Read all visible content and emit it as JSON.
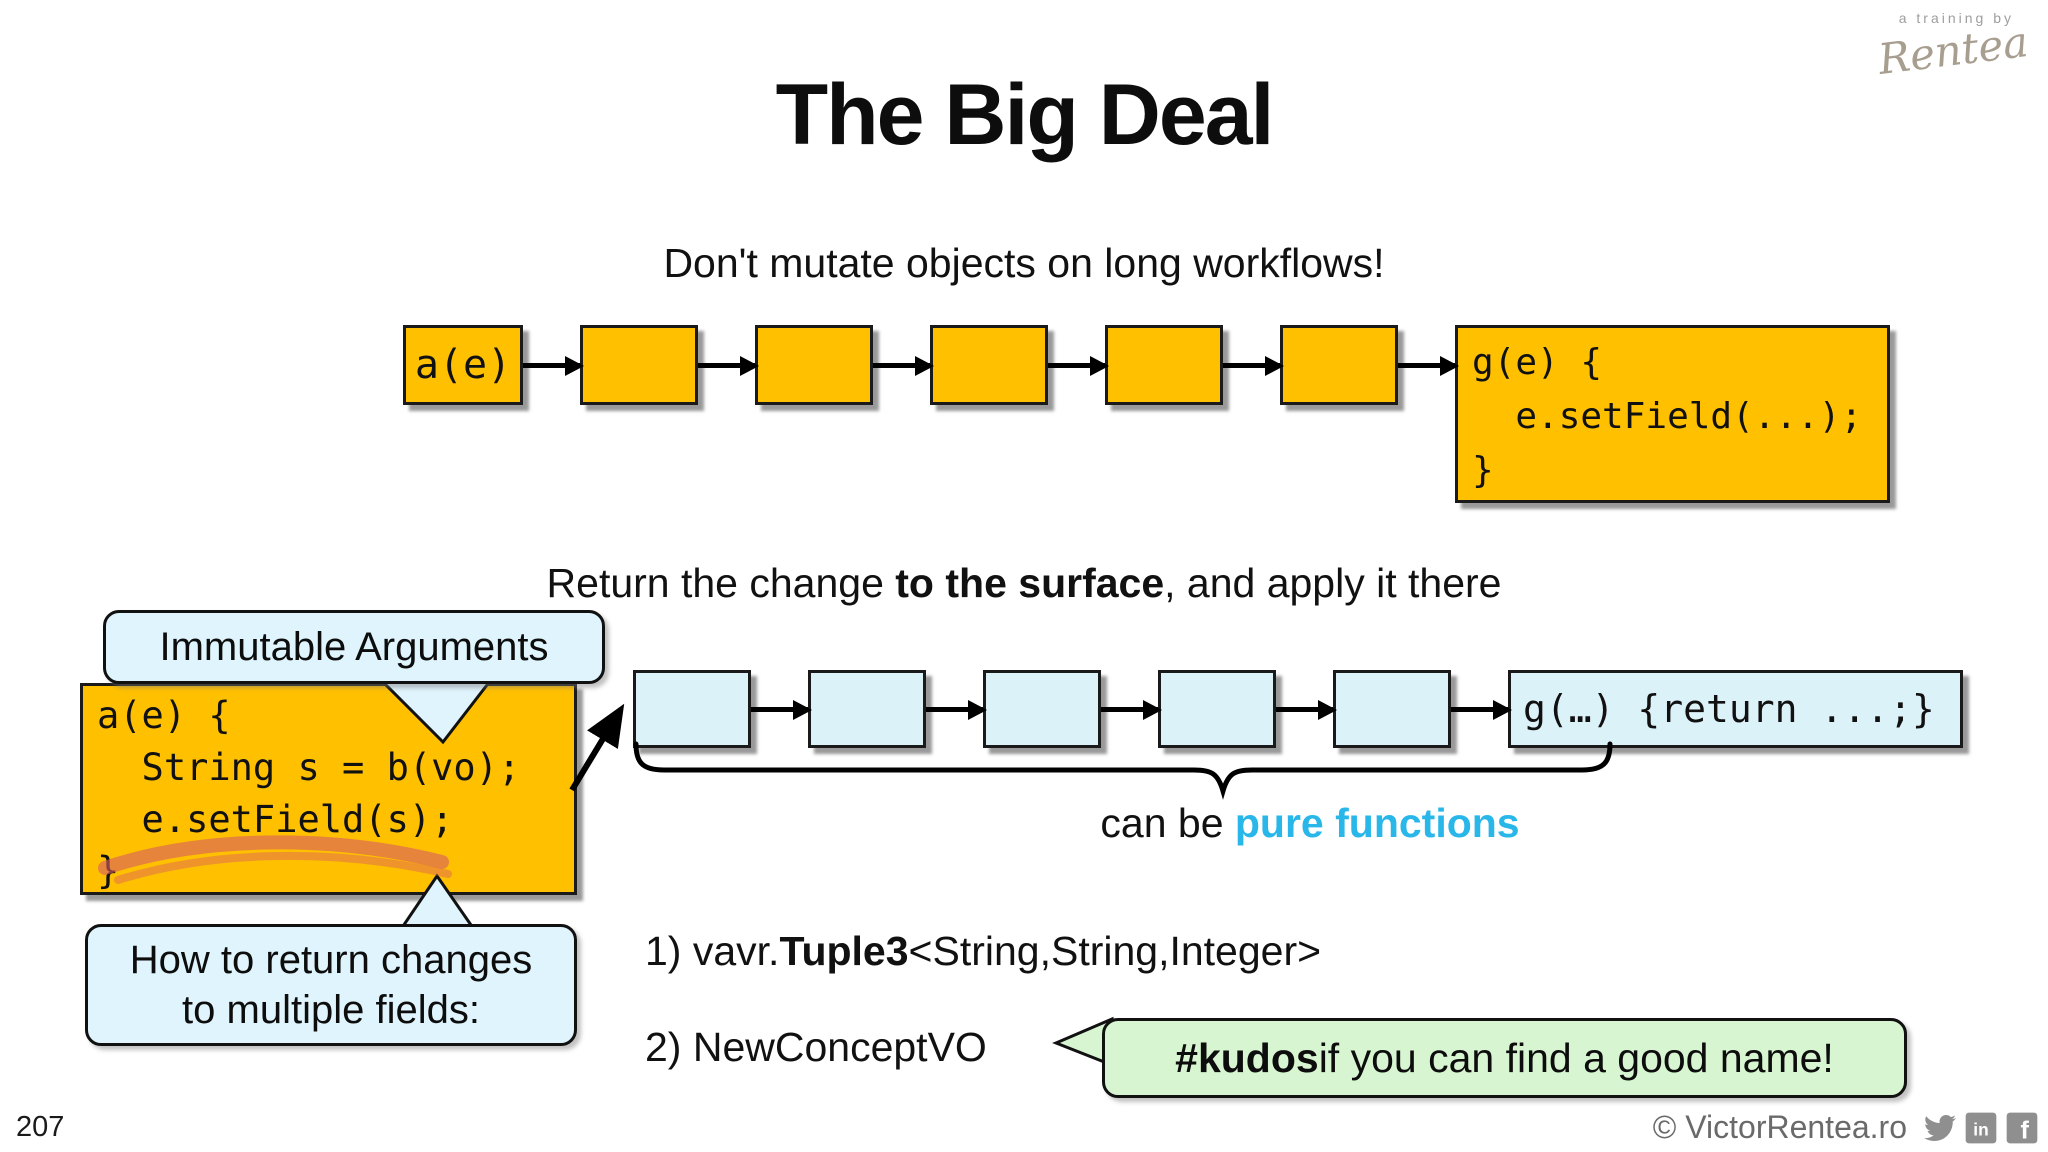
{
  "branding": {
    "tagline": "a training by",
    "signature": "Rentea",
    "copyright": "© VictorRentea.ro"
  },
  "slide": {
    "title": "The Big Deal",
    "subtitle": "Don't mutate objects on long workflows!",
    "page_number": "207"
  },
  "flow_mutable": {
    "start_label": "a(e)",
    "intermediate_box_count": 5,
    "end_code": "g(e) {\n  e.setField(...);\n}"
  },
  "surface_text": {
    "prefix": "Return the change ",
    "bold": "to the surface",
    "suffix": ", and apply it there"
  },
  "immutable_callout": "Immutable Arguments",
  "immutable_code": "a(e) {\n  String s = b(vo);\n  e.setField(s);\n}",
  "flow_pure": {
    "intermediate_box_count": 5,
    "end_label": "g(…) {return ...;}"
  },
  "pure_caption": {
    "prefix": "can be ",
    "highlight": "pure functions"
  },
  "multiple_fields_callout": "How to return changes\nto multiple fields:",
  "options": {
    "option1_prefix": "1) vavr.",
    "option1_bold": "Tuple3",
    "option1_suffix": "<String,String,Integer>",
    "option2": "2) NewConceptVO"
  },
  "kudos_callout": {
    "bold": "#kudos",
    "rest": " if you can find a good name!"
  },
  "colors": {
    "box_orange": "#FFC000",
    "box_blue": "#DCF2F9",
    "callout_blue": "#DFF4FC",
    "callout_green": "#D6F5D0",
    "highlight_cyan": "#29B7EA",
    "scribble_red": "#D95F5F",
    "footer_gray": "#6A6A6A",
    "logo_tan": "#A89E90"
  }
}
